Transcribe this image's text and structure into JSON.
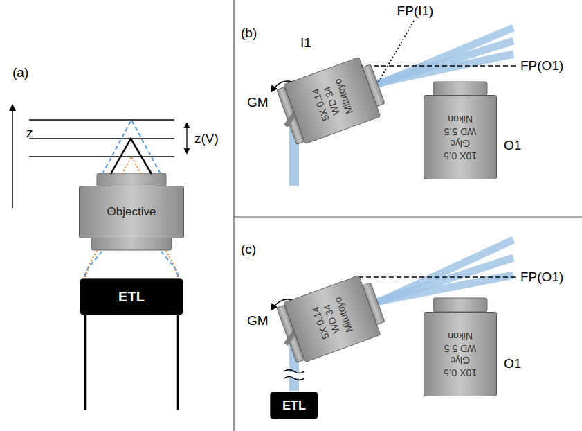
{
  "diagram": {
    "nodes": [
      {
        "text": [
          "Objective"
        ]
      },
      {
        "text": [
          "ETL"
        ]
      },
      {
        "text": [
          "5X 0.14",
          "WD 34",
          "Mitutoyo"
        ]
      },
      {
        "text": [
          "10X 0.5",
          "Glyc",
          "WD 5.5",
          "Nikon"
        ]
      },
      {
        "text": [
          "5X 0.14",
          "WD 34",
          "Mitutoyo"
        ]
      },
      {
        "text": [
          "10X 0.5",
          "Glyc",
          "WD 5.5",
          "Nikon"
        ]
      },
      {
        "text": [
          "ETL"
        ]
      }
    ],
    "labels": [
      "(a)",
      "z",
      "z(V)",
      "(b)",
      "FP(I1)",
      "FP(O1)",
      "GM",
      "I1",
      "O1",
      "(c)",
      "FP(O1)",
      "GM",
      "O1"
    ]
  }
}
